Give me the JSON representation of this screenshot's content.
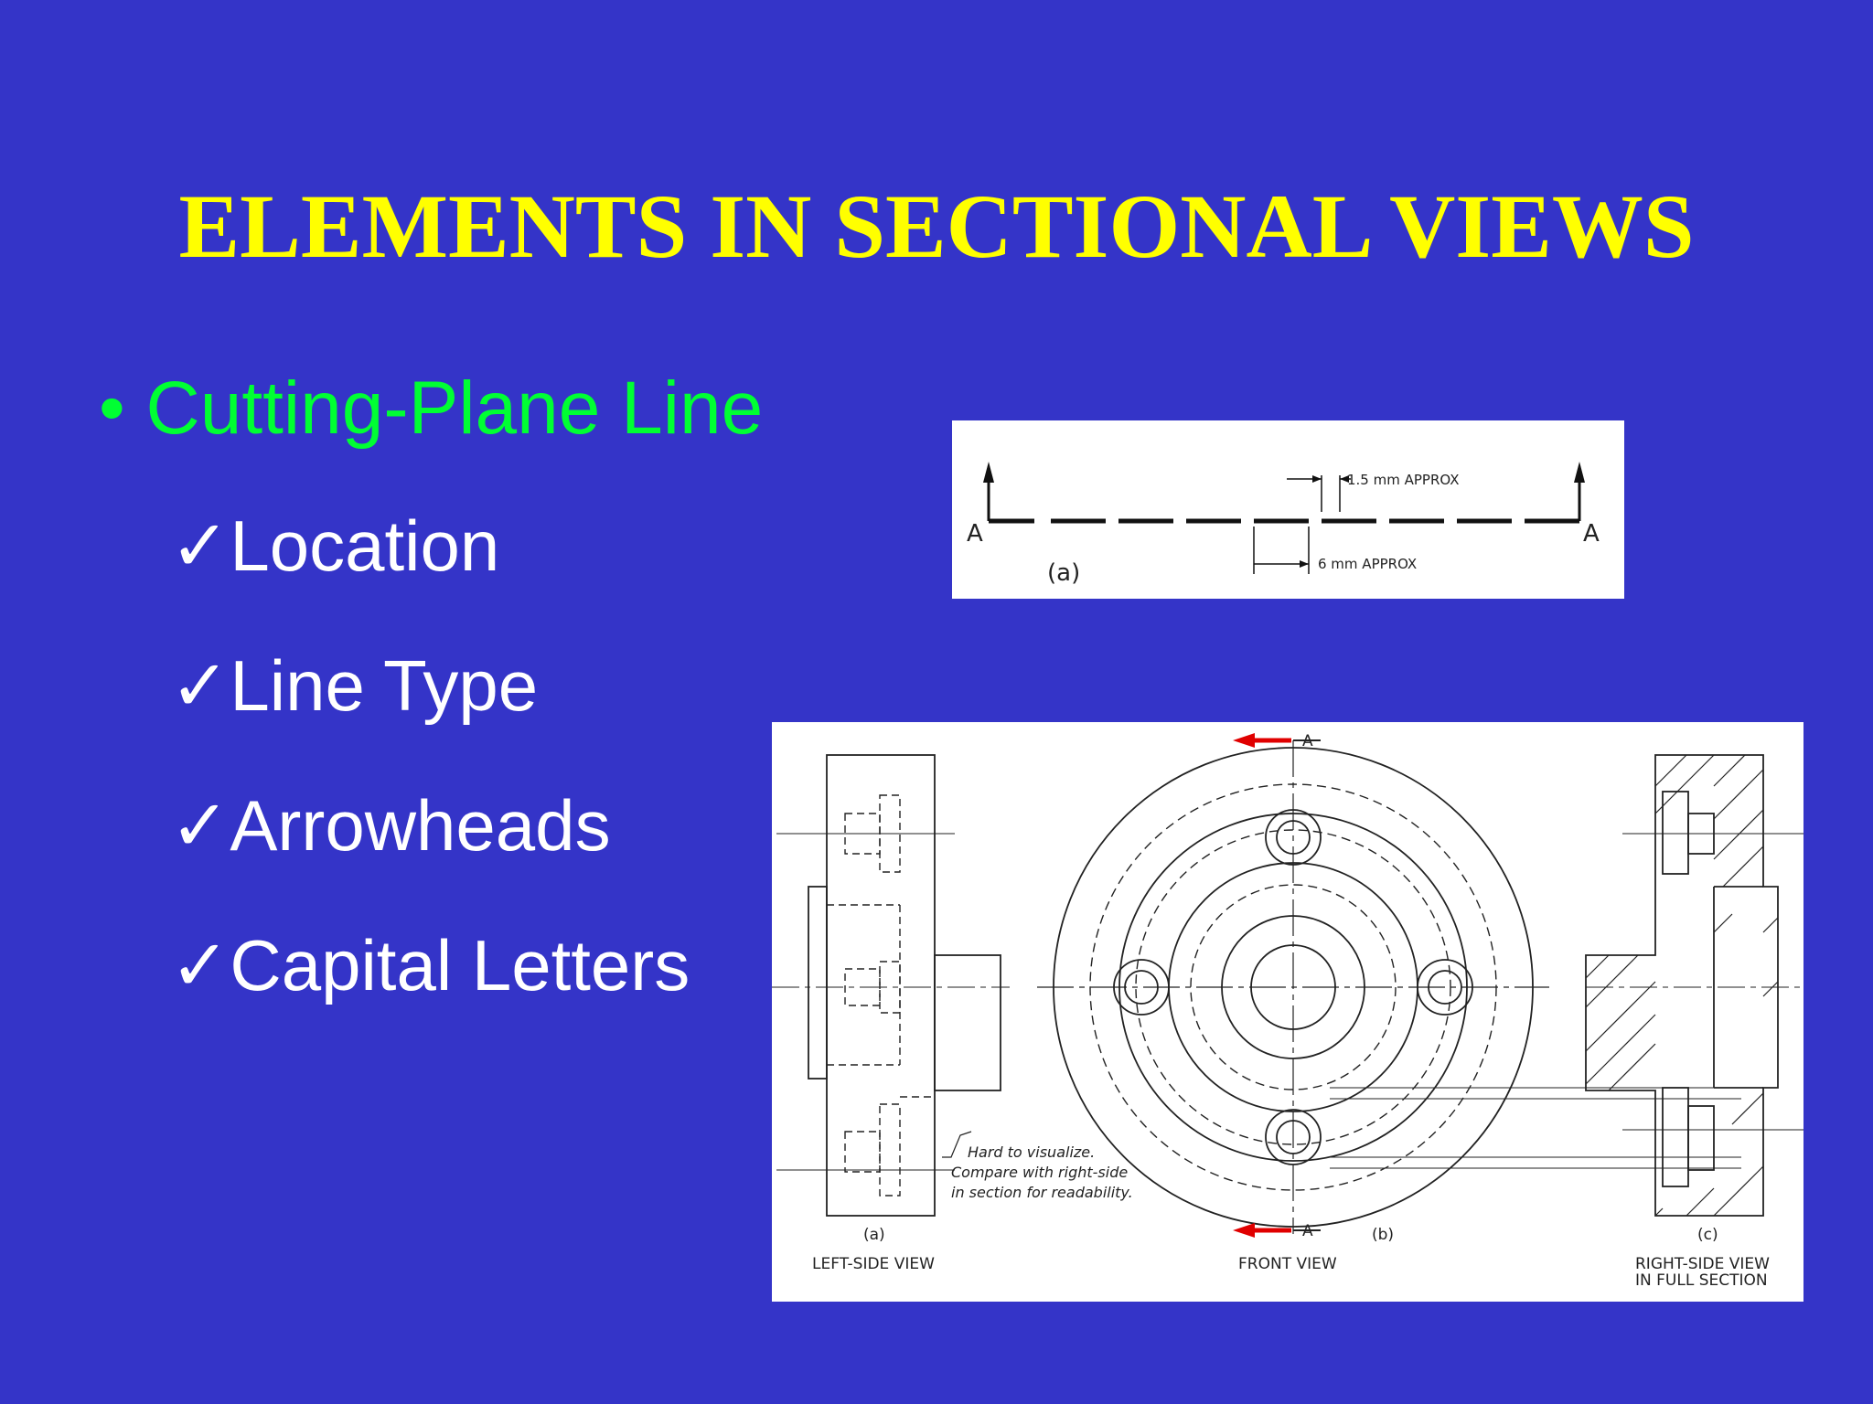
{
  "slide": {
    "title": "ELEMENTS IN SECTIONAL VIEWS",
    "bullet": {
      "marker": "•",
      "text": "Cutting-Plane Line"
    },
    "checks": [
      {
        "mark": "✓",
        "text": "Location"
      },
      {
        "mark": "✓",
        "text": "Line Type"
      },
      {
        "mark": "✓",
        "text": "Arrowheads"
      },
      {
        "mark": "✓",
        "text": "Capital Letters"
      }
    ],
    "colors": {
      "background": "#3434c8",
      "title": "#ffff00",
      "bullet": "#00ff33",
      "body_text": "#ffffff",
      "arrows": "#e00000"
    }
  },
  "figure_top": {
    "letter_left": "A",
    "letter_right": "A",
    "caption": "(a)",
    "dim_small": "1.5 mm  APPROX",
    "dim_large": "6 mm  APPROX"
  },
  "figure_bottom": {
    "label_a": "A",
    "label_a_bottom": "A",
    "caption_a": "(a)",
    "caption_b": "(b)",
    "caption_c": "(c)",
    "view_left": "LEFT-SIDE  VIEW",
    "view_front": "FRONT  VIEW",
    "view_right_1": "RIGHT-SIDE  VIEW",
    "view_right_2": "IN  FULL  SECTION",
    "note_1": "Hard  to  visualize.",
    "note_2": "Compare  with  right-side",
    "note_3": "in  section  for  readability."
  }
}
